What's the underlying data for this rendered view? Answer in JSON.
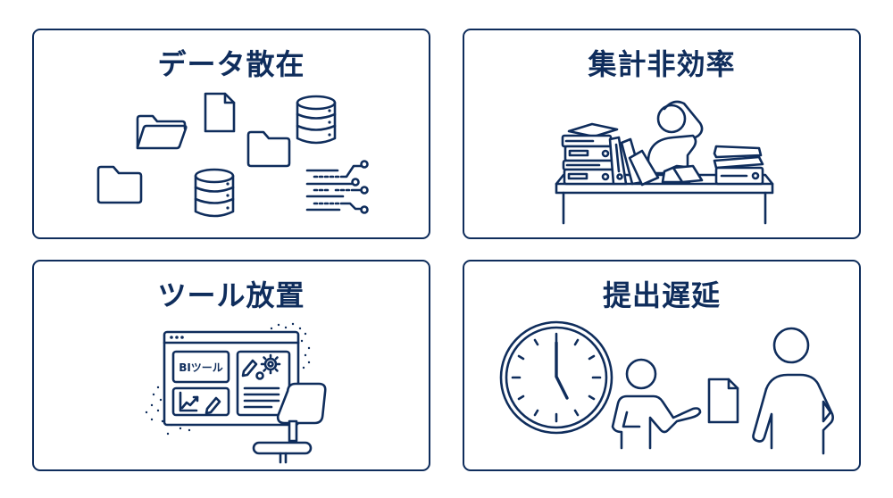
{
  "theme": {
    "line_color": "#0f2d5c",
    "background": "#ffffff"
  },
  "panels": [
    {
      "id": "data-scattered",
      "title": "データ散在",
      "icons": [
        "folder-open-icon",
        "document-icon",
        "database-icon",
        "folder-icon",
        "folder-icon",
        "database-icon",
        "data-circuit-icon"
      ]
    },
    {
      "id": "aggregation-inefficiency",
      "title": "集計非効率",
      "icons": [
        "overwhelmed-person-icon",
        "binder-stack-icon",
        "desk-icon",
        "paper-pile-icon"
      ]
    },
    {
      "id": "tool-neglected",
      "title": "ツール放置",
      "icons": [
        "browser-window-icon",
        "chart-icon",
        "pencil-icon",
        "gear-icon",
        "office-chair-icon"
      ],
      "window_label": "BIツール"
    },
    {
      "id": "submission-delay",
      "title": "提出遅延",
      "icons": [
        "wall-clock-icon",
        "person-presenting-icon",
        "document-icon",
        "person-standing-icon"
      ],
      "clock_time": "5:00"
    }
  ]
}
